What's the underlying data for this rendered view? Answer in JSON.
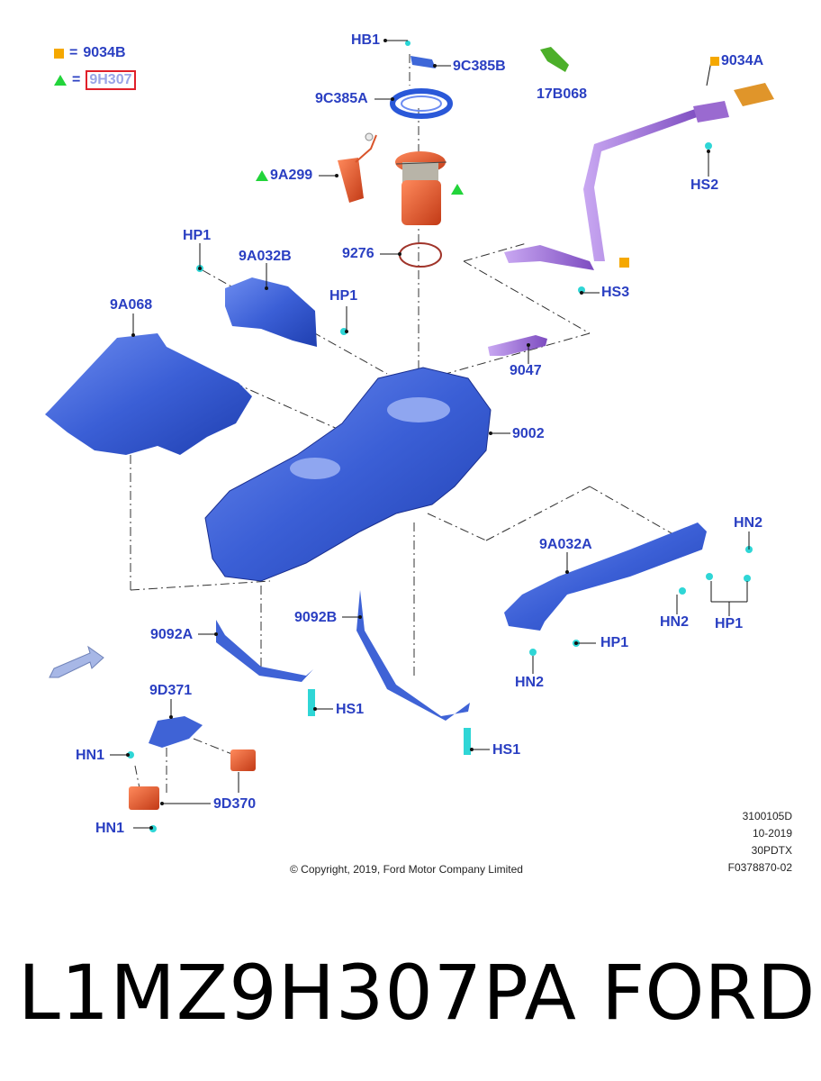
{
  "legend": {
    "items": [
      {
        "symbol": "square",
        "equals": "=",
        "code": "9034B"
      },
      {
        "symbol": "triangle",
        "equals": "=",
        "code": "9H307"
      }
    ]
  },
  "callouts": {
    "hb1": "HB1",
    "c9c385b": "9C385B",
    "c9c385a": "9C385A",
    "c17b068": "17B068",
    "c9034a": "9034A",
    "c9a299": "9A299",
    "hs2": "HS2",
    "hp1_top": "HP1",
    "c9a032b": "9A032B",
    "c9276": "9276",
    "hs3": "HS3",
    "c9a068": "9A068",
    "hp1_mid": "HP1",
    "c9047": "9047",
    "c9002": "9002",
    "hn2_right": "HN2",
    "c9a032a": "9A032A",
    "hn2_mid": "HN2",
    "hp1_right": "HP1",
    "c9092b": "9092B",
    "c9092a": "9092A",
    "hp1_low": "HP1",
    "hn2_low": "HN2",
    "c9d371": "9D371",
    "hs1_left": "HS1",
    "hn1_top": "HN1",
    "hs1_right": "HS1",
    "c9d370": "9D370",
    "hn1_bottom": "HN1"
  },
  "meta_lines": [
    "3100105D",
    "10-2019",
    "30PDTX",
    "F0378870-02"
  ],
  "copyright": "© Copyright, 2019, Ford Motor Company Limited",
  "caption": {
    "part_number": "L1MZ9H307PA",
    "brand": "FORD"
  },
  "colors": {
    "label": "#2a3fc2",
    "tank": "#3f63d6",
    "orange": "#d9542b",
    "purple": "#9a6ad0",
    "cyan": "#2fd6d6",
    "green": "#46b02a"
  },
  "icons": {
    "direction": "arrow-icon"
  }
}
